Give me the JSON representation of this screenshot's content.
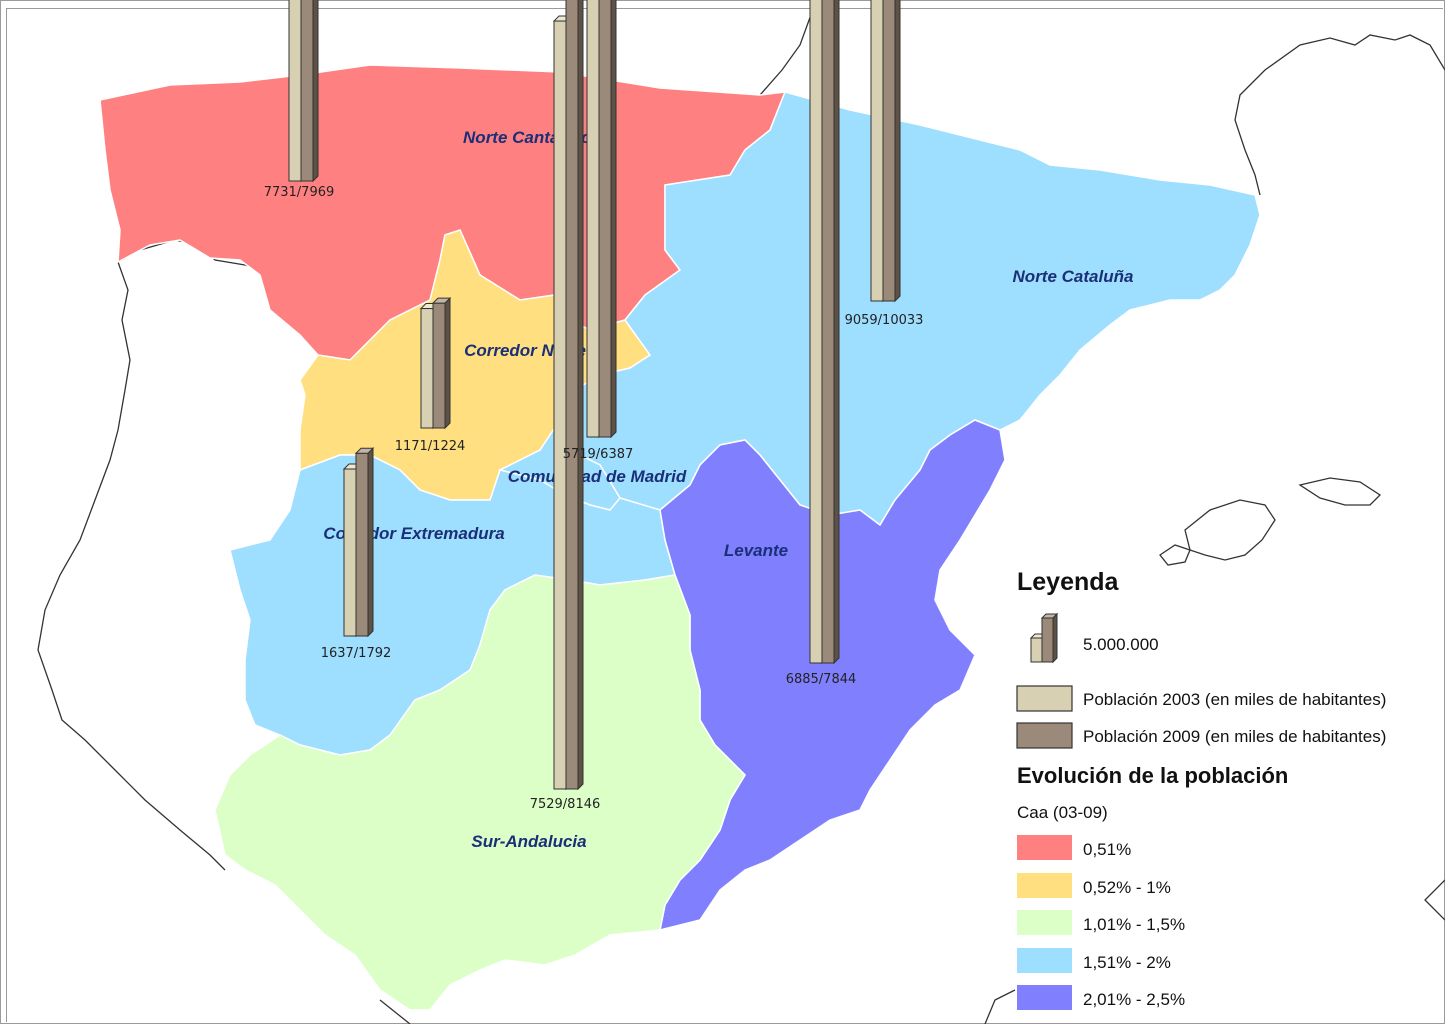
{
  "colors": {
    "norte_cantabrico": "#ff8080",
    "corredor_norte": "#ffdf80",
    "sur_andalucia": "#dcffc8",
    "azul_claro": "#9edefe",
    "levante": "#8080ff",
    "bar_2003": "#d7d0b3",
    "bar_2009": "#9b8a7a"
  },
  "regions": [
    {
      "id": "norte-cantabrico",
      "name": "Norte Cantábrico",
      "pop": "7731/7969",
      "p2003": 7731,
      "p2009": 7969
    },
    {
      "id": "norte-cataluna",
      "name": "Norte Cataluña",
      "pop": "9059/10033",
      "p2003": 9059,
      "p2009": 10033
    },
    {
      "id": "corredor-norte",
      "name": "Corredor Norte",
      "pop": "1171/1224",
      "p2003": 1171,
      "p2009": 1224
    },
    {
      "id": "comunidad-madrid",
      "name": "Comunidad de Madrid",
      "pop": "5719/6387",
      "p2003": 5719,
      "p2009": 6387
    },
    {
      "id": "corredor-extremadura",
      "name": "Corredor Extremadura",
      "pop": "1637/1792",
      "p2003": 1637,
      "p2009": 1792
    },
    {
      "id": "levante",
      "name": "Levante",
      "pop": "6885/7844",
      "p2003": 6885,
      "p2009": 7844
    },
    {
      "id": "sur-andalucia",
      "name": "Sur-Andalucia",
      "pop": "7529/8146",
      "p2003": 7529,
      "p2009": 8146
    }
  ],
  "legend": {
    "title": "Leyenda",
    "scale_value": "5.000.000",
    "pop2003": "Población 2003 (en miles de habitantes)",
    "pop2009": "Población 2009 (en miles de habitantes)",
    "evolution_title": "Evolución de la población",
    "caa_title": "Caa (03-09)",
    "classes": [
      {
        "label": "0,51%",
        "color": "#ff8080"
      },
      {
        "label": "0,52% - 1%",
        "color": "#ffdf80"
      },
      {
        "label": "1,01% - 1,5%",
        "color": "#dcffc8"
      },
      {
        "label": "1,51% - 2%",
        "color": "#9edefe"
      },
      {
        "label": "2,01% - 2,5%",
        "color": "#8080ff"
      }
    ]
  }
}
